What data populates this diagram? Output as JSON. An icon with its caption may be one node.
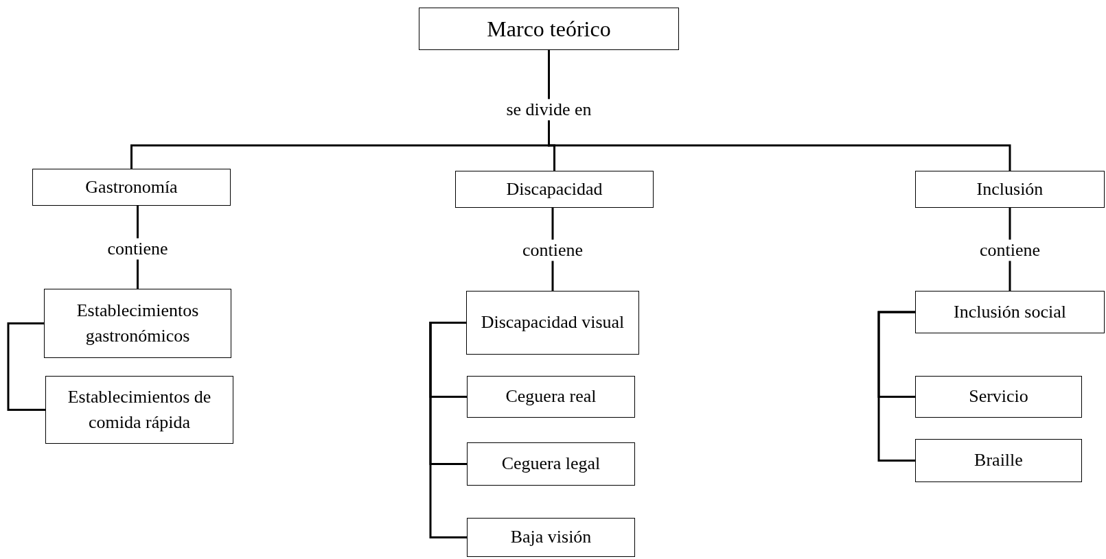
{
  "diagram": {
    "nodes": [
      {
        "text": [
          "Marco teórico"
        ]
      },
      {
        "text": [
          "Gastronomía"
        ]
      },
      {
        "text": [
          "Discapacidad"
        ]
      },
      {
        "text": [
          "Inclusión"
        ]
      },
      {
        "text": [
          "Establecimientos gastronómicos"
        ]
      },
      {
        "text": [
          "Establecimientos de comida rápida"
        ]
      },
      {
        "text": [
          "Discapacidad visual"
        ]
      },
      {
        "text": [
          "Ceguera real"
        ]
      },
      {
        "text": [
          "Ceguera legal"
        ]
      },
      {
        "text": [
          "Baja visión"
        ]
      },
      {
        "text": [
          "Inclusión social"
        ]
      },
      {
        "text": [
          "Servicio"
        ]
      },
      {
        "text": [
          "Braille"
        ]
      }
    ],
    "edges": [
      {
        "from": 0,
        "to": 1,
        "arrow": "none"
      },
      {
        "from": 0,
        "to": 2,
        "arrow": "none",
        "label": "se divide en"
      },
      {
        "from": 0,
        "to": 3,
        "arrow": "none"
      },
      {
        "from": 1,
        "to": 4,
        "arrow": "none",
        "label": "contiene"
      },
      {
        "from": 2,
        "to": 6,
        "arrow": "none",
        "label": "contiene"
      },
      {
        "from": 3,
        "to": 10,
        "arrow": "none",
        "label": "contiene"
      },
      {
        "from": 4,
        "to": 5,
        "arrow": "none"
      },
      {
        "from": 6,
        "to": 7,
        "arrow": "none"
      },
      {
        "from": 6,
        "to": 8,
        "arrow": "none"
      },
      {
        "from": 6,
        "to": 9,
        "arrow": "none"
      },
      {
        "from": 10,
        "to": 11,
        "arrow": "none"
      },
      {
        "from": 10,
        "to": 12,
        "arrow": "none"
      }
    ]
  }
}
